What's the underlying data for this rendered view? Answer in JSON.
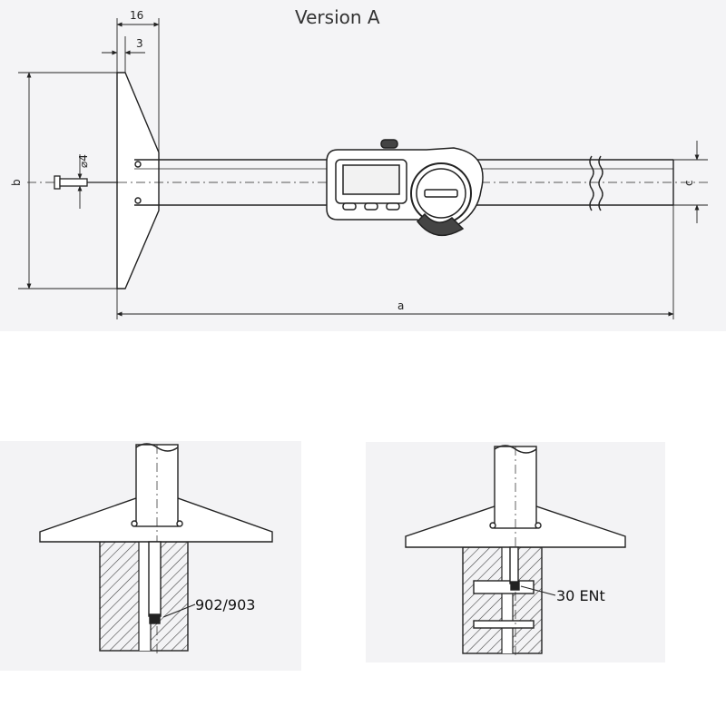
{
  "title": "Version A",
  "dimensions": {
    "d16": "16",
    "d3": "3",
    "phi4": "⌀4",
    "b": "b",
    "c": "c",
    "a": "a"
  },
  "labels": {
    "left_part": "902/903",
    "right_part": "30 ENt"
  }
}
